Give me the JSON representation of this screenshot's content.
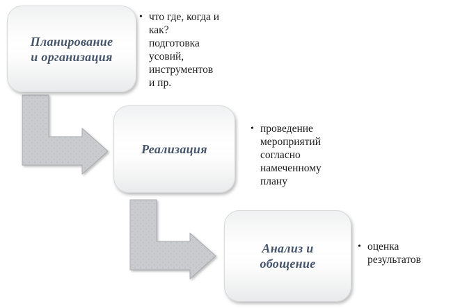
{
  "diagram": {
    "type": "process-flow",
    "bullet_marker": "•",
    "steps": [
      {
        "title": "Планирование\nи организация",
        "bullet": "что где, когда и\nкак?\nподготовка\nусовий,\nинструментов\nи пр."
      },
      {
        "title": "Реализация",
        "bullet": "проведение\nмероприятий\nсогласно\nнамеченному\nплану"
      },
      {
        "title": "Анализ и\nобощение",
        "bullet": "оценка\nрезультатов"
      }
    ],
    "colors": {
      "background": "#ffffff",
      "step_title_text": "#44546a",
      "bullet_text": "#1c1c1c",
      "box_fill_top": "#f0f1f2",
      "box_fill_middle": "#ffffff",
      "box_fill_bottom": "#e9eaeb",
      "box_border": "#d7d8d9",
      "arrow_fill": "#c9cbce",
      "arrow_dot_texture": "#b3b5b9",
      "arrow_edge": "#a9abaf"
    }
  }
}
